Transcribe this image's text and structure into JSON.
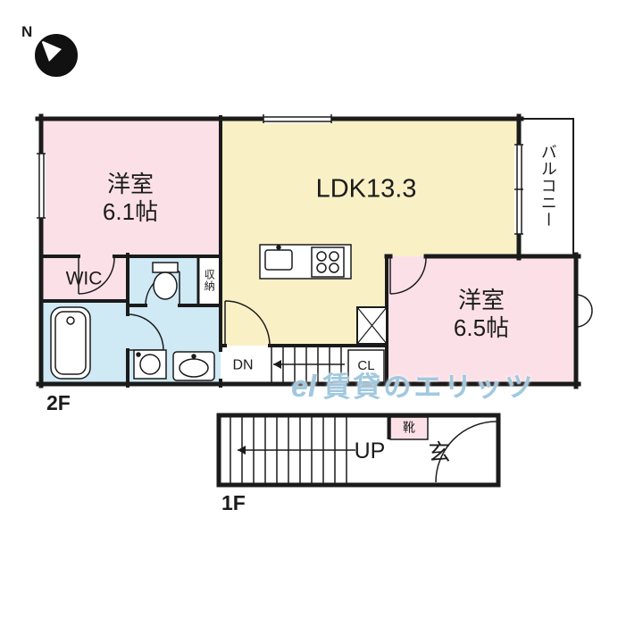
{
  "compass": {
    "label": "N"
  },
  "watermark": {
    "logo": "el",
    "text": "賃貸のエリッツ"
  },
  "floor2": {
    "label": "2F",
    "room_61": {
      "name": "洋室",
      "size": "6.1帖"
    },
    "ldk": {
      "label": "LDK13.3"
    },
    "balcony": {
      "label": "バルコニー"
    },
    "wic": {
      "label": "WIC"
    },
    "storage": {
      "label": "収納"
    },
    "room_65": {
      "name": "洋室",
      "size": "6.5帖"
    },
    "stairs_down": {
      "label": "DN"
    },
    "closet": {
      "label": "CL"
    }
  },
  "floor1": {
    "label": "1F",
    "stairs_up": {
      "label": "UP"
    },
    "entrance": {
      "label": "玄"
    },
    "shoe_box": {
      "label": "靴"
    }
  },
  "colors": {
    "room_pink": "#fbe1e7",
    "ldk_yellow": "#faf0c6",
    "wet_blue": "#cfe9f5",
    "wall_black": "#1b1b1b",
    "watermark_blue": "#8cbcd8"
  }
}
